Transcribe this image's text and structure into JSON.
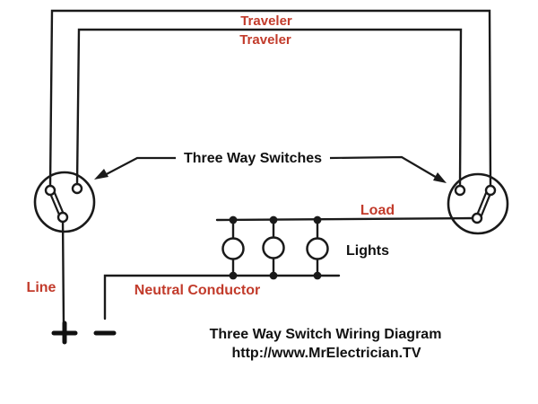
{
  "diagram": {
    "type": "electrical-wiring-diagram",
    "labels": {
      "traveler_outer": "Traveler",
      "traveler_inner": "Traveler",
      "three_way_switches": "Three Way Switches",
      "load": "Load",
      "lights": "Lights",
      "line": "Line",
      "neutral_conductor": "Neutral Conductor"
    },
    "symbols": {
      "plus": "+",
      "minus": "−"
    },
    "components": {
      "switch_count": 2,
      "light_count": 3,
      "traveler_wire_count": 2
    },
    "footer": {
      "title": "Three Way Switch Wiring Diagram",
      "url": "http://www.MrElectrician.TV"
    },
    "colors": {
      "label_red": "#c23b2b",
      "wire_black": "#1a1a1a",
      "text_black": "#111111",
      "background": "#ffffff"
    }
  }
}
